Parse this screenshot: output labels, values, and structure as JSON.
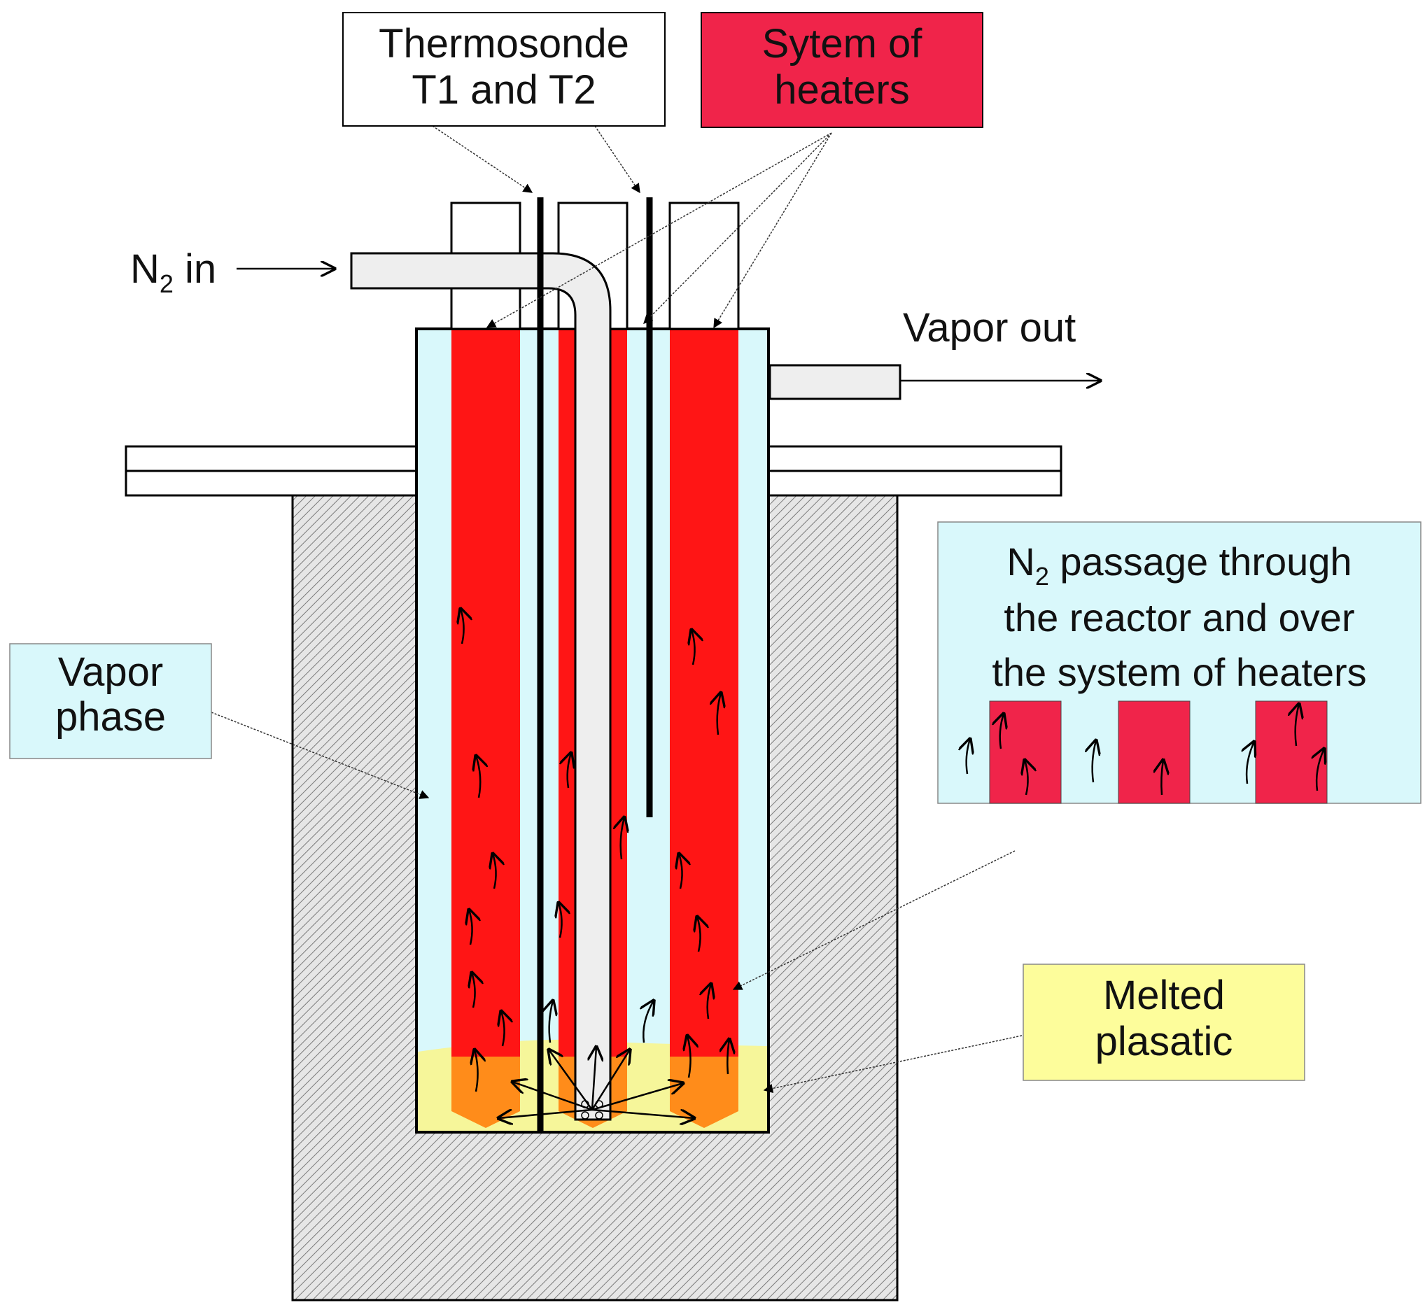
{
  "labels": {
    "thermosonde_line1": "Thermosonde",
    "thermosonde_line2": "T1 and T2",
    "heaters_line1": "Sytem of",
    "heaters_line2": "heaters",
    "n2_in_main": "N",
    "n2_in_sub": "2",
    "n2_in_rest": " in",
    "vapor_out": "Vapor out",
    "vapor_phase_line1": "Vapor",
    "vapor_phase_line2": "phase",
    "passage_line1_main": "N",
    "passage_line1_sub": "2",
    "passage_line1_rest": " passage through",
    "passage_line2": "the reactor and over",
    "passage_line3": "the system of heaters",
    "melted_line1": "Melted",
    "melted_line2": "plasatic"
  },
  "colors": {
    "heater_red": "#ff1515",
    "heater_box": "#f0244a",
    "vapor_blue": "#d9f8fb",
    "melt_yellow": "#f6f69a",
    "melt_orange": "#ff8c1a",
    "pipe_gray": "#eeeeee",
    "insulation_gray": "#d8d8d8",
    "label_yellow": "#fdfd9b"
  }
}
